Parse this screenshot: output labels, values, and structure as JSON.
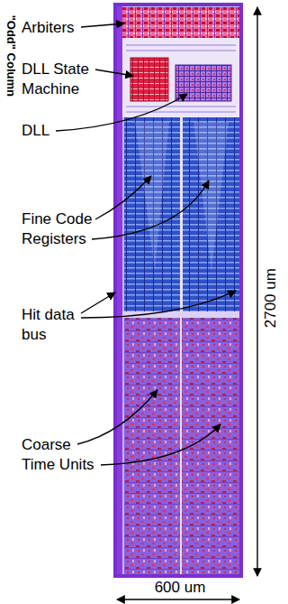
{
  "diagram": {
    "labels": [
      "\"Odd\" Column",
      "Arbiters",
      "DLL State Machine",
      "DLL",
      "Fine Code Registers",
      "Hit data bus",
      "Coarse Time Units",
      "2700 um",
      "600 um"
    ]
  }
}
